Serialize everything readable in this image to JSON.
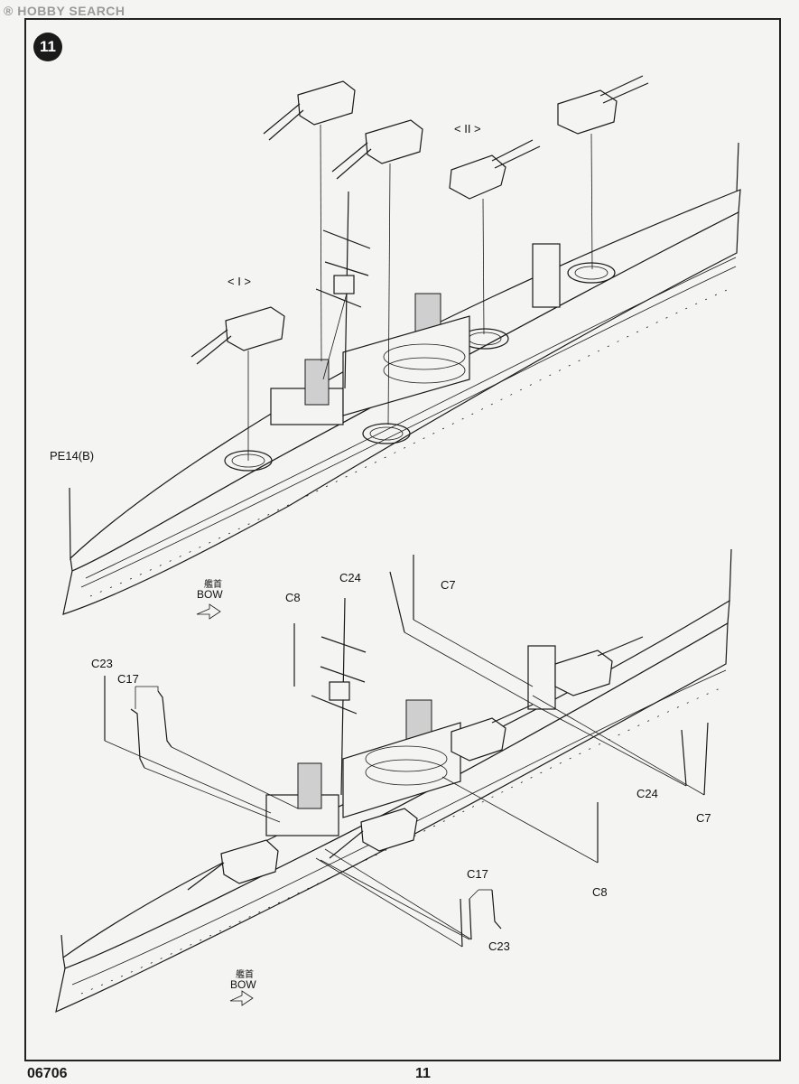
{
  "watermark": {
    "brand": "HOBBY SEARCH",
    "reg_mark": "®"
  },
  "step": {
    "number": "11"
  },
  "footer": {
    "code": "06706",
    "page": "11"
  },
  "upper_assembly": {
    "turret_marks": {
      "turret_one": "< I >",
      "turret_two": "< II >"
    },
    "part_pe": "PE14(B)",
    "bow_jp": "艦首",
    "bow": "BOW"
  },
  "lower_assembly": {
    "parts": {
      "c24_top": "C24",
      "c7_top": "C7",
      "c8_top": "C8",
      "c23_left": "C23",
      "c17_left": "C17",
      "c24_right": "C24",
      "c7_right": "C7",
      "c8_right": "C8",
      "c17_bottom": "C17",
      "c23_bottom": "C23"
    },
    "bow_jp": "艦首",
    "bow": "BOW"
  },
  "colors": {
    "ink": "#1a1a1a",
    "paper": "#f4f4f2",
    "badge": "#1a1a1a"
  }
}
